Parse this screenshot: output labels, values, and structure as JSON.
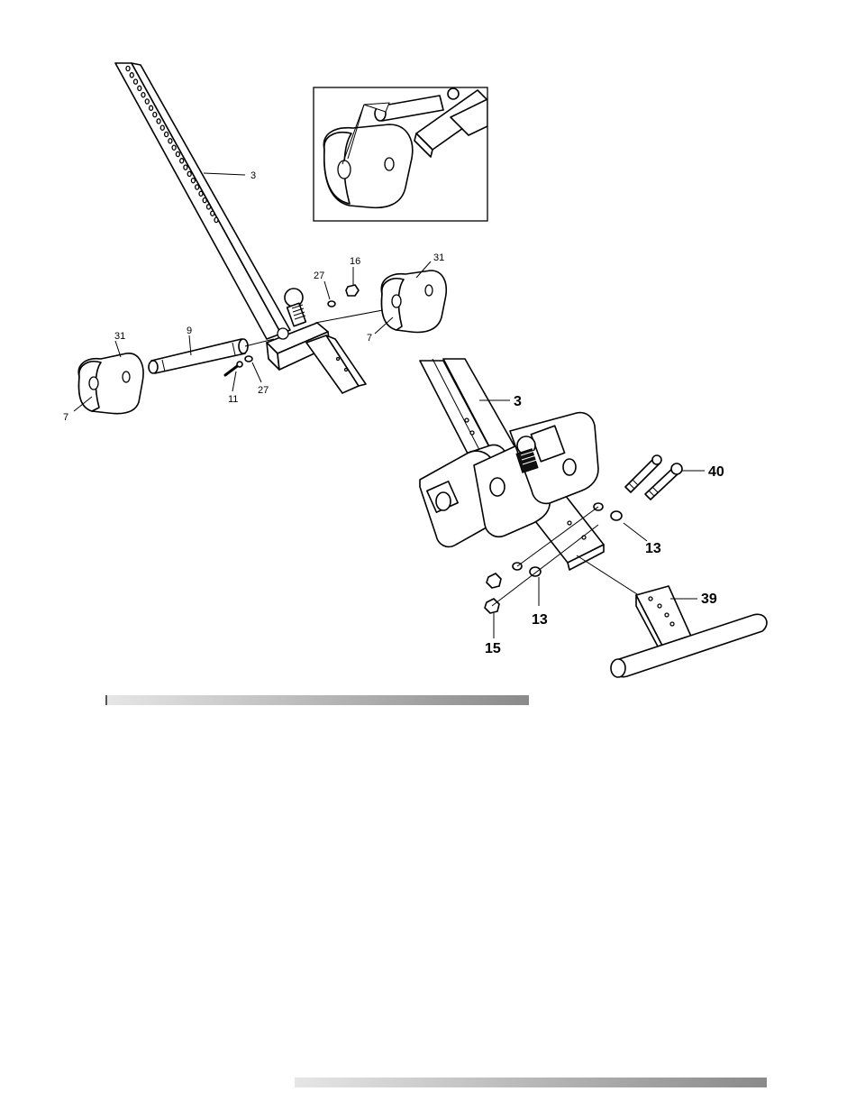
{
  "diagram_a": {
    "labels": {
      "frame": "3",
      "cap_right": "31",
      "cap_left": "31",
      "pin": "9",
      "bolt": "11",
      "washer_top": "27",
      "washer_bottom": "27",
      "nut": "16",
      "insert_right": "7",
      "insert_left": "7"
    }
  },
  "diagram_b": {
    "labels": {
      "frame": "3",
      "bolts": "40",
      "washer_upper": "13",
      "washer_lower": "13",
      "stabilizer": "39",
      "nuts": "15"
    }
  },
  "colors": {
    "line": "#000000",
    "bar_light": "#e4e4e4",
    "bar_dark": "#8c8c8c"
  }
}
